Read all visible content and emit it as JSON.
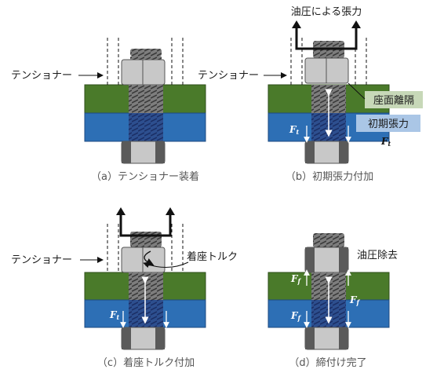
{
  "labels": {
    "tensioner": "テンショナー",
    "hydraulic_tension": "油圧による張力",
    "seat_gap": "座面離隔",
    "initial_tension": "初期張力",
    "seat_torque": "着座トルク",
    "hydraulic_release": "油圧除去",
    "force_main": "F",
    "force_sub_t": "t",
    "force_sub_f": "f"
  },
  "captions": {
    "a": "（a）テンショナー装着",
    "b": "（b）初期張力付加",
    "c": "（c）着座トルク付加",
    "d": "（d）締付け完了"
  },
  "colors": {
    "upper_plate": "#4a7a2a",
    "lower_plate": "#2d6fb5",
    "bolt_grey": "#9a9a9a",
    "nut_grey": "#c8c8c8",
    "nut_dark": "#5a5a5a",
    "arrow": "#111111",
    "white_arrow": "#ffffff",
    "seat_gap_box": "#c7d8b8",
    "initial_tension_box": "#aac6e6"
  }
}
